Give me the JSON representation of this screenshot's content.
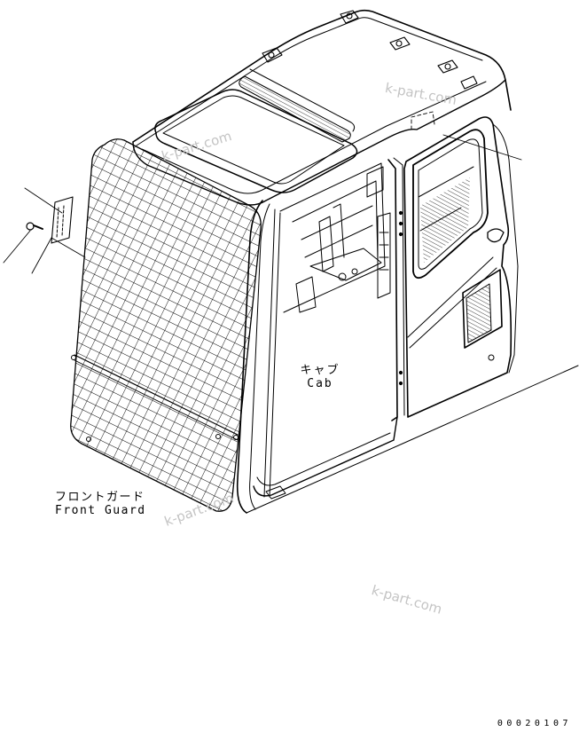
{
  "diagram": {
    "type": "parts-catalog-exploded-view",
    "subject": "Excavator cab with front guard",
    "line_color": "#000000",
    "background": "#ffffff",
    "watermark_color": "#c4c4c4"
  },
  "labels": {
    "cab": {
      "jp": "キャブ",
      "en": "Cab"
    },
    "front_guard": {
      "jp": "フロントガード",
      "en": "Front Guard"
    }
  },
  "callouts": [
    {
      "id": "leader-plate",
      "icon": "plate-bracket-icon"
    },
    {
      "id": "leader-bolt",
      "icon": "bolt-icon"
    },
    {
      "id": "leader-guard",
      "icon": "leader-line-icon"
    },
    {
      "id": "leader-door-label",
      "icon": "leader-line-icon"
    }
  ],
  "watermarks": [
    "k-part.com",
    "k-part.com",
    "k-part.com",
    "k-part.com"
  ],
  "drawing_number": "00020107"
}
